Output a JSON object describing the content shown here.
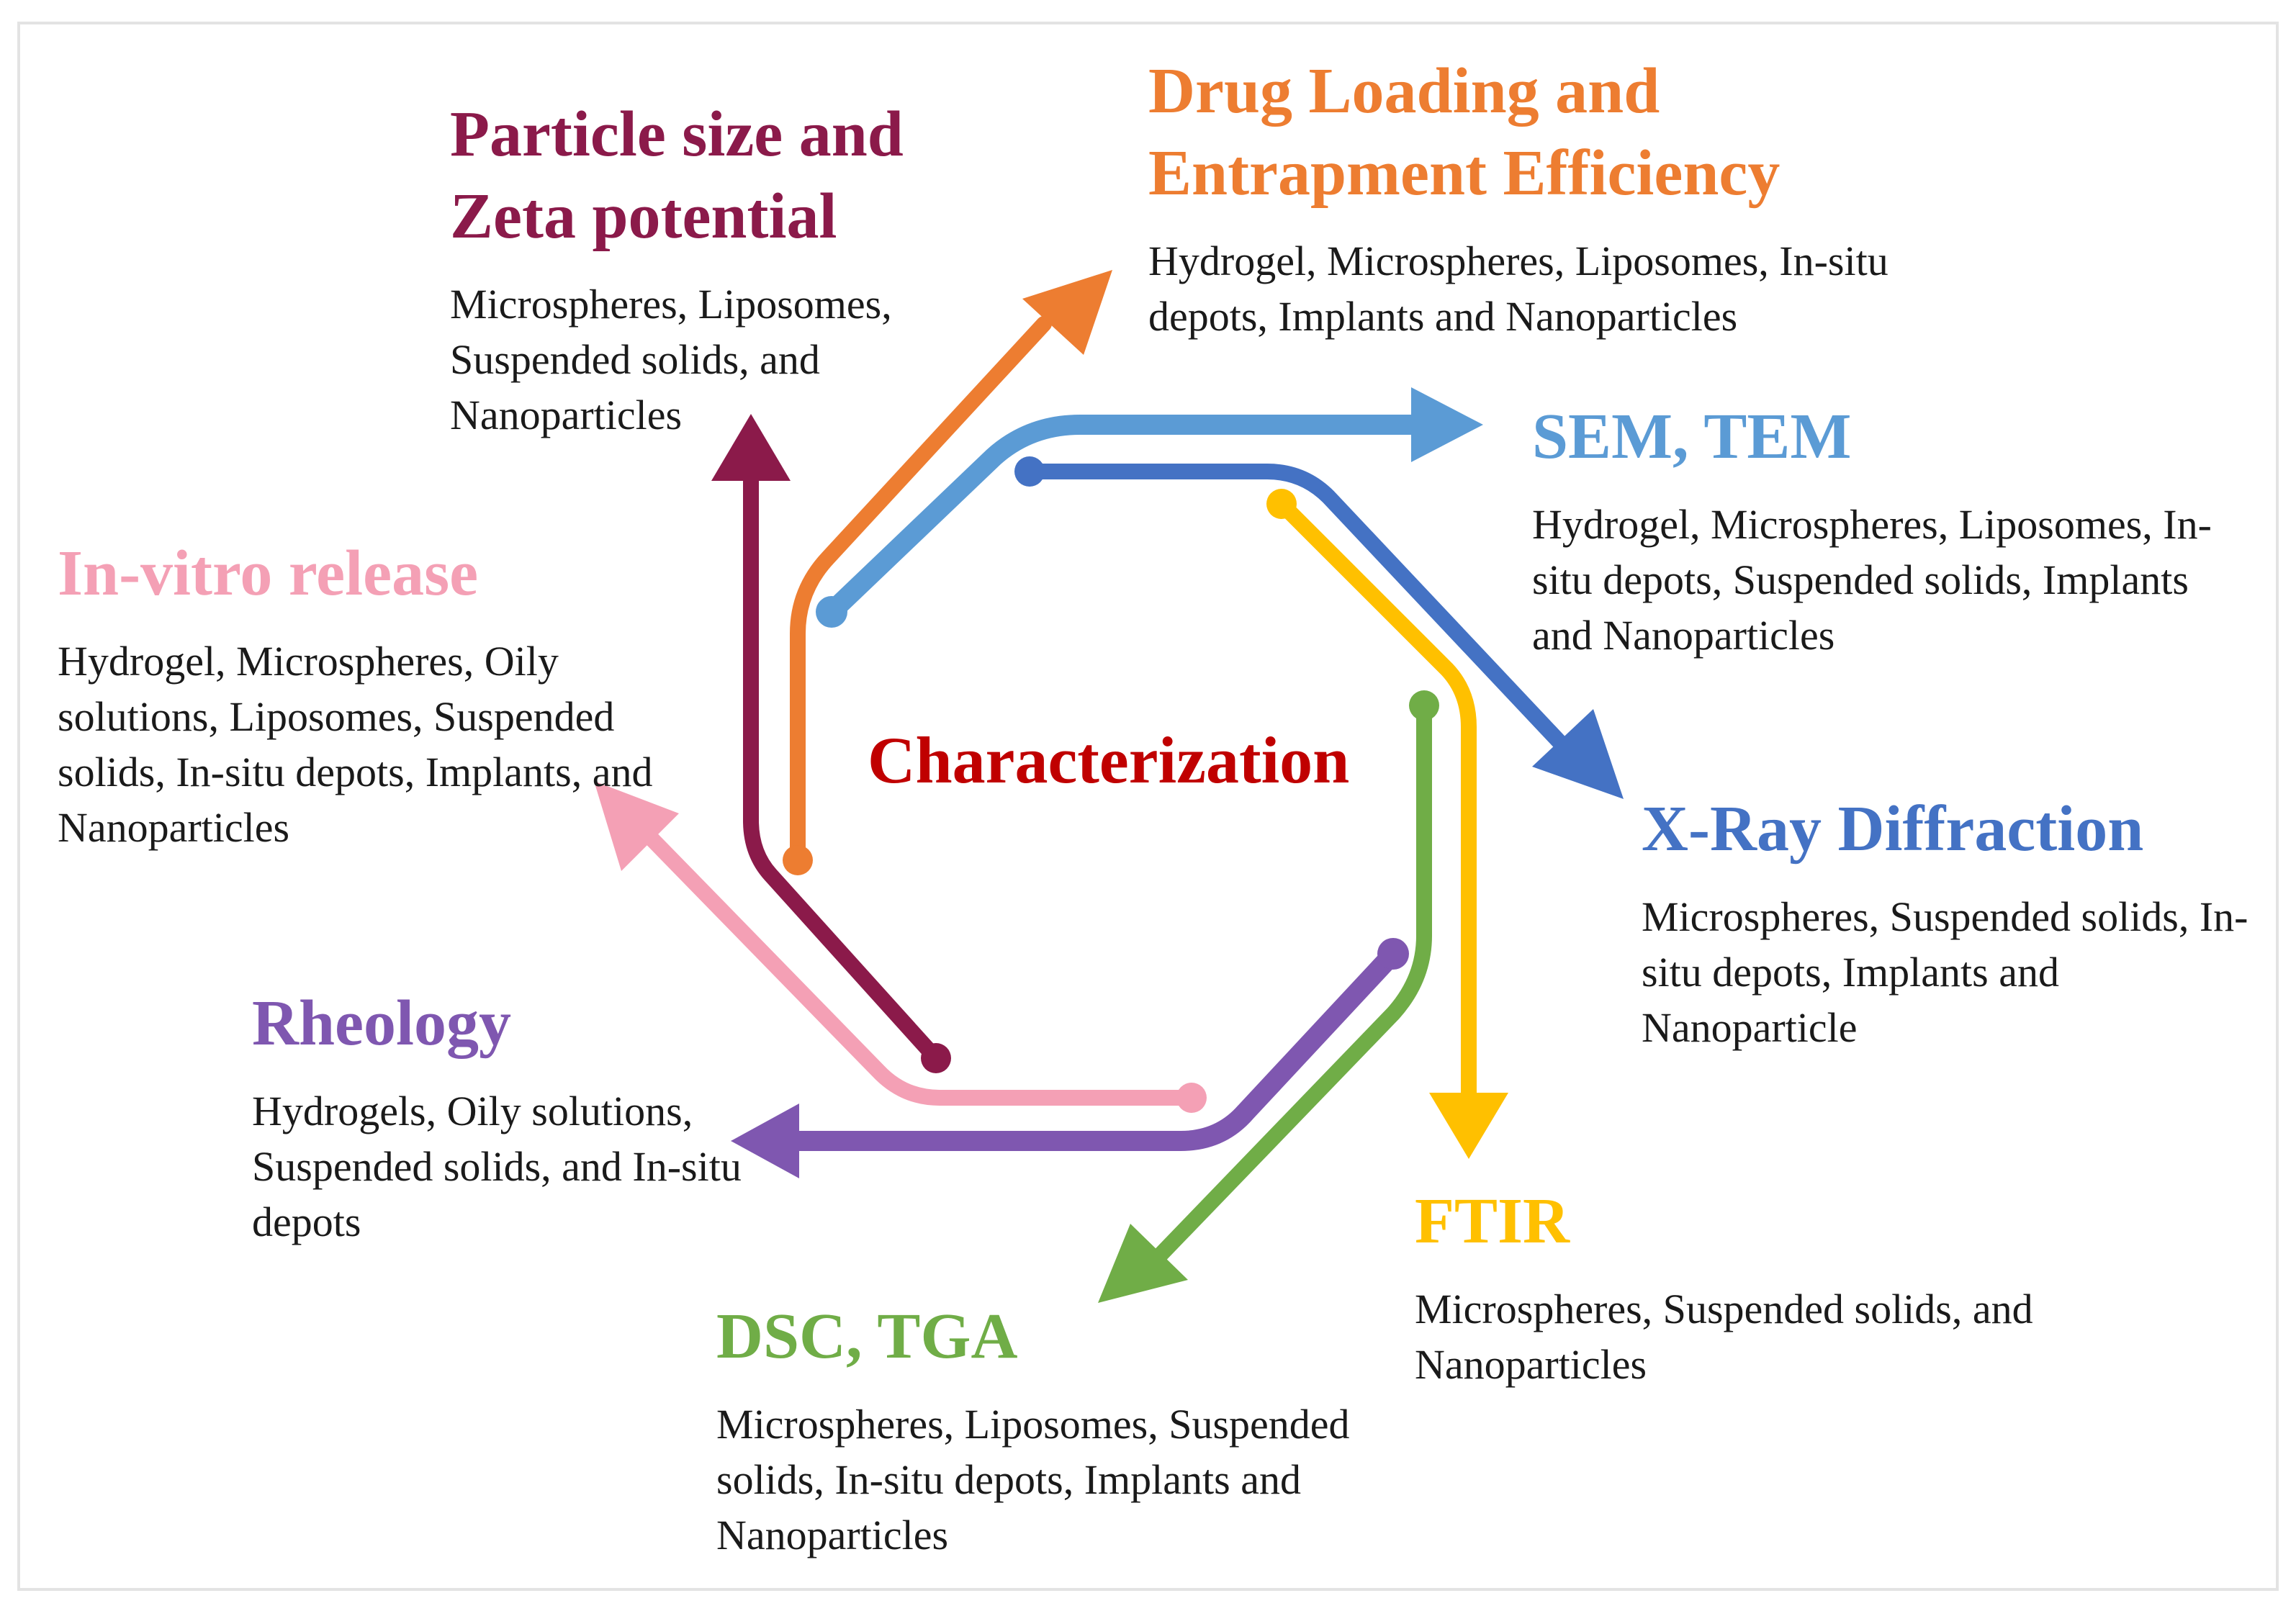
{
  "center_label": "Characterization",
  "colors": {
    "particle_size": "#8b1a4a",
    "drug_loading": "#ed7d31",
    "sem_tem": "#5b9bd5",
    "xrd": "#4472c4",
    "ftir": "#ffc000",
    "dsc_tga": "#70ad47",
    "rheology": "#7f57b0",
    "in_vitro": "#f4a0b5",
    "center": "#c00000"
  },
  "techniques": {
    "particle_size": {
      "title": "Particle size and Zeta potential",
      "systems": "Microspheres, Liposomes, Suspended solids, and Nanoparticles"
    },
    "drug_loading": {
      "title": "Drug Loading and Entrapment Efficiency",
      "systems": "Hydrogel, Microspheres, Liposomes, In-situ depots, Implants and Nanoparticles"
    },
    "sem_tem": {
      "title": "SEM, TEM",
      "systems": "Hydrogel, Microspheres, Liposomes, In-situ depots, Suspended solids, Implants and Nanoparticles"
    },
    "xrd": {
      "title": "X-Ray Diffraction",
      "systems": "Microspheres, Suspended solids, In-situ depots, Implants and Nanoparticle"
    },
    "ftir": {
      "title": "FTIR",
      "systems": "Microspheres, Suspended solids, and Nanoparticles"
    },
    "dsc_tga": {
      "title": "DSC, TGA",
      "systems": "Microspheres, Liposomes, Suspended solids, In-situ depots, Implants and Nanoparticles"
    },
    "rheology": {
      "title": "Rheology",
      "systems": "Hydrogels, Oily solutions, Suspended solids, and In-situ depots"
    },
    "in_vitro": {
      "title": "In-vitro release",
      "systems": "Hydrogel, Microspheres, Oily solutions, Liposomes, Suspended solids, In-situ depots, Implants, and Nanoparticles"
    }
  }
}
